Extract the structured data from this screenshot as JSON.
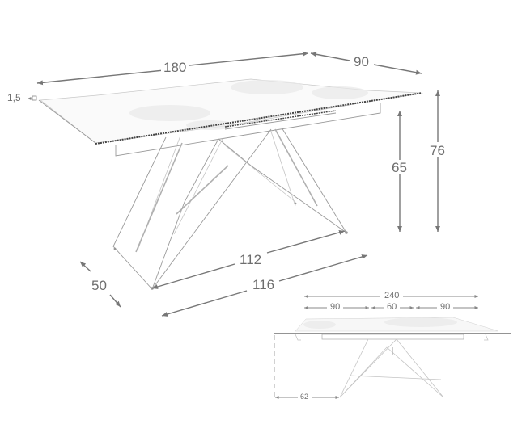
{
  "diagram": {
    "subject": "extendable dining table with marble-look top and angular metal base",
    "main_view": {
      "dimensions": {
        "length": "180",
        "width": "90",
        "top_thickness": "1,5",
        "height_under_top": "65",
        "total_height": "76",
        "base_depth": "50",
        "base_inner_length": "112",
        "base_outer_length": "116"
      }
    },
    "extended_view": {
      "dimensions": {
        "total_extended_length": "240",
        "segment_left": "90",
        "segment_middle": "60",
        "segment_right": "90",
        "leg_offset": "62"
      }
    },
    "colors": {
      "dimension_line": "#777777",
      "label_text": "#6e6e6e",
      "table_outline": "#9a9a9a",
      "background": "#ffffff"
    }
  }
}
